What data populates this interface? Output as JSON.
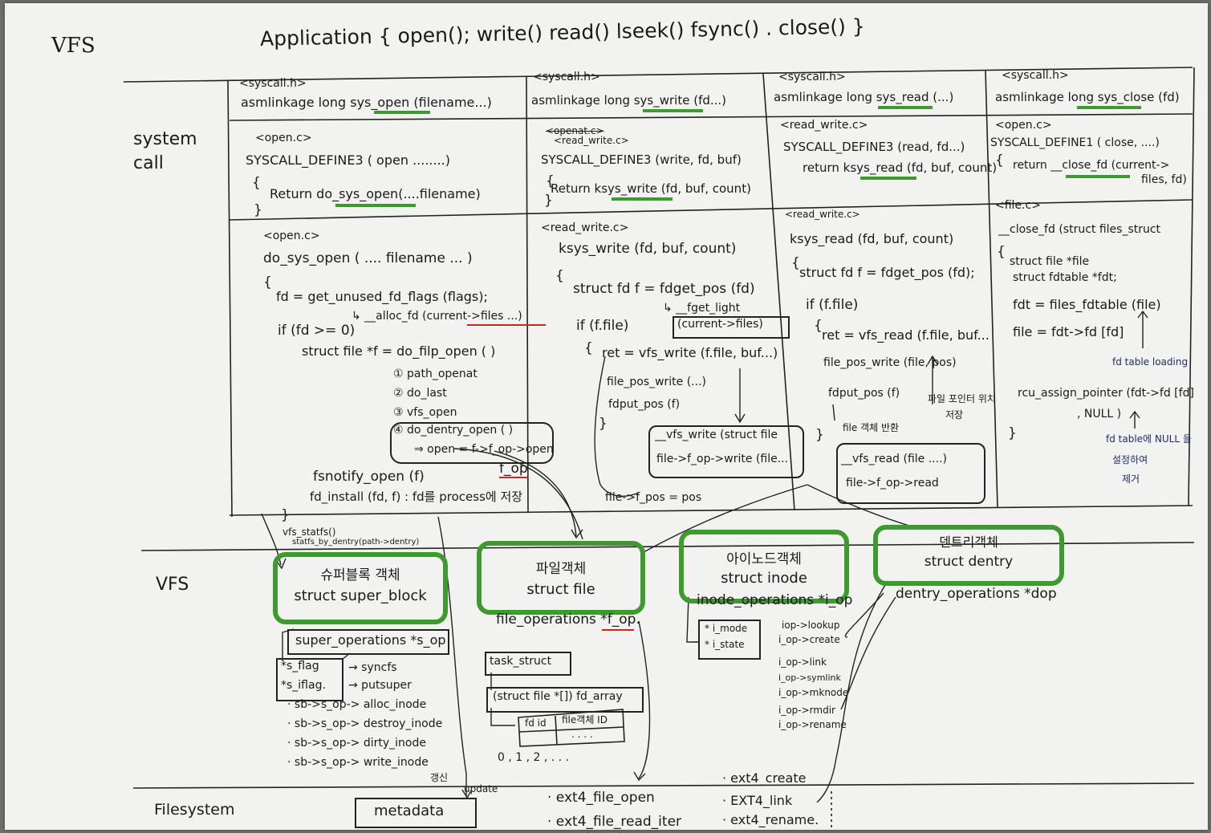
{
  "top": {
    "vfs_title": "VFS",
    "application": "Application { open(); write() read() lseek() fsync() . close() }"
  },
  "rows": {
    "system_call": "system call",
    "vfs": "VFS",
    "filesystem": "Filesystem"
  },
  "row1": {
    "c1": {
      "file": "<syscall.h>",
      "code": "asmlinkage long sys_open (filename...)"
    },
    "c2": {
      "file": "<syscall.h>",
      "code": "asmlinkage long sys_write (fd...)"
    },
    "c3": {
      "file": "<syscall.h>",
      "code": "asmlinkage long sys_read (...)"
    },
    "c4": {
      "file": "<syscall.h>",
      "code": "asmlinkage long sys_close (fd)"
    }
  },
  "row2": {
    "c1": {
      "file": "<open.c>",
      "l1": "SYSCALL_DEFINE3 ( open ........)",
      "l2": "{",
      "l3": "Return do_sys_open(....filename)",
      "l4": "}"
    },
    "c2": {
      "file_strike": "<openat.c>",
      "file": "<read_write.c>",
      "l1": "SYSCALL_DEFINE3 (write, fd, buf)",
      "l2": "{",
      "l3": "Return ksys_write (fd, buf, count)",
      "l4": "}"
    },
    "c3": {
      "file": "<read_write.c>",
      "l1": "SYSCALL_DEFINE3 (read, fd...)",
      "l3": "return ksys_read (fd, buf, count)"
    },
    "c4": {
      "file": "<open.c>",
      "l1": "SYSCALL_DEFINE1 ( close, ....)",
      "l2": "{",
      "l3": "return __close_fd (current->",
      "l3b": "files, fd)"
    }
  },
  "row3": {
    "c1": {
      "file": "<open.c>",
      "l1": "do_sys_open ( .... filename ... )",
      "l2": "{",
      "l3": "fd = get_unused_fd_flags (flags);",
      "l3b": "↳ __alloc_fd (current->files ...)",
      "l4": "if (fd >= 0)",
      "l5": "struct file *f = do_filp_open ( )",
      "s1": "① path_openat",
      "s2": "② do_last",
      "s3": "③ vfs_open",
      "s4": "④ do_dentry_open ( )",
      "s5": "⇒ open = f->f_op->open",
      "fop": "f_op",
      "l6": "fsnotify_open (f)",
      "l7": "fd_install (fd, f) : fd를 process에 저장",
      "l8": "}",
      "l9": "vfs_statfs()",
      "l10": "statfs_by_dentry(path->dentry)"
    },
    "c2": {
      "file": "<read_write.c>",
      "l1": "ksys_write (fd, buf, count)",
      "l2": "{",
      "l3": "struct fd f = fdget_pos (fd)",
      "l3b": "↳ __fget_light",
      "l3c": "(current->files)",
      "l4": "if (f.file)",
      "l5": "{",
      "l6": "ret = vfs_write (f.file, buf...)",
      "l7": "file_pos_write (...)",
      "l8": "fdput_pos (f)",
      "l9": "}",
      "box1": "__vfs_write (struct file",
      "box2": "file->f_op->write (file...",
      "l10": "file->f_pos = pos"
    },
    "c3": {
      "file": "<read_write.c>",
      "l1": "ksys_read (fd, buf, count)",
      "l2": "{",
      "l3": "struct fd f = fdget_pos (fd);",
      "l4": "if (f.file)",
      "l5": "{",
      "l6": "ret = vfs_read (f.file, buf...",
      "l7": "file_pos_write (file, pos)",
      "l8": "fdput_pos (f)",
      "l9": "}",
      "note1": "파일 포인터 위치",
      "note1b": "저장",
      "note2": "file 객체 반환",
      "box1": "__vfs_read (file ....)",
      "box2": "file->f_op->read"
    },
    "c4": {
      "file": "<file.c>",
      "l1": "__close_fd (struct files_struct",
      "l2": "{",
      "l3": "struct file *file",
      "l4": "struct fdtable *fdt;",
      "l5": "fdt = files_fdtable (file)",
      "l6": "file = fdt->fd [fd]",
      "note1": "fd table loading",
      "l7": "rcu_assign_pointer (fdt->fd [fd]",
      "l7b": ", NULL )",
      "l8": "}",
      "note2": "fd table에 NULL 을",
      "note2b": "설정하여",
      "note2c": "제거"
    }
  },
  "vfs_objects": {
    "superblock": {
      "kr": "슈퍼블록 객체",
      "en": "struct super_block"
    },
    "file": {
      "kr": "파일객체",
      "en": "struct file"
    },
    "inode": {
      "kr": "아이노드객체",
      "en": "struct inode"
    },
    "dentry": {
      "kr": "덴트리객체",
      "en": "struct dentry"
    }
  },
  "vfs_details": {
    "super_op": "super_operations *s_op",
    "s_flag": "*s_flag",
    "s_iflag": "*s_iflag.",
    "syncfs": "→ syncfs",
    "putsuper": "→ putsuper",
    "sb1": "· sb->s_op-> alloc_inode",
    "sb2": "· sb->s_op-> destroy_inode",
    "sb3": "· sb->s_op-> dirty_inode",
    "sb4": "· sb->s_op-> write_inode",
    "file_op": "file_operations *f_op.",
    "fop_red": "f_op",
    "task_struct": "task_struct",
    "fd_array": "(struct file *[]) fd_array",
    "fd_col": "fd id",
    "file_col": "file객체 ID",
    "dots": ". . . .",
    "idx": "0 , 1 , 2 , . . .",
    "inode_op": "inode_operations *i_op",
    "i_mode": "* i_mode",
    "i_state": "* i_state",
    "iop1": "iop->lookup",
    "iop2": "i_op->create",
    "iop3": "i_op->link",
    "iop4": "i_op->symlink",
    "iop5": "i_op->mknode",
    "iop6": "i_op->rmdir",
    "iop7": "i_op->rename",
    "dentry_op": "dentry_operations *dop",
    "update": "update",
    "mark": "갱신"
  },
  "filesystem": {
    "metadata": "metadata",
    "ext1": "· ext4_file_open",
    "ext2": "· ext4_file_read_iter",
    "ext3": "· ext4_create",
    "ext4": "· EXT4_link",
    "ext5": "· ext4_rename."
  },
  "colors": {
    "paper": "#f2f2f0",
    "green": "#3d9a2e",
    "red": "#d02424",
    "ink": "#1a1a1a",
    "navy": "#1f2d6b"
  }
}
